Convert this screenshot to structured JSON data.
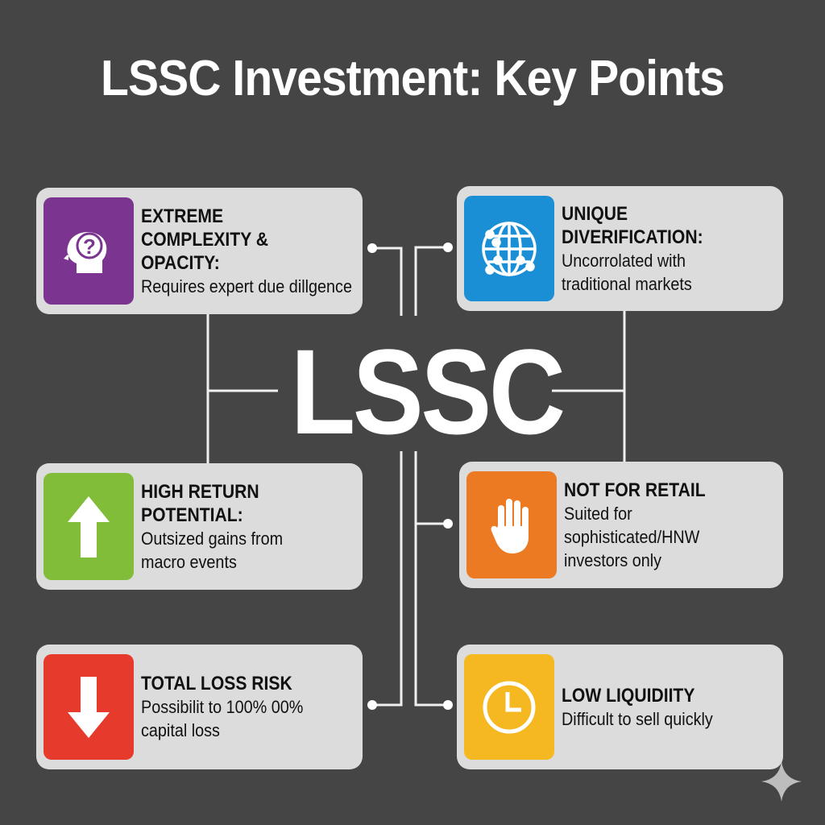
{
  "title": "LSSC Investment: Key Points",
  "center_label": "LSSC",
  "cards": [
    {
      "heading": "EXTREME COMPLEXITY & OPACITY:",
      "desc": "Requires expert due dillgence",
      "icon": "brain-question-icon",
      "color": "#7b3590"
    },
    {
      "heading": "UNIQUE DIVERIFICATION:",
      "desc": "Uncorrolated with traditional markets",
      "icon": "globe-icon",
      "color": "#1a8fd6"
    },
    {
      "heading": "HIGH RETURN POTENTIAL:",
      "desc": "Outsized gains from macro events",
      "icon": "arrow-up-icon",
      "color": "#82bd3a"
    },
    {
      "heading": "NOT FOR RETAIL",
      "desc": "Suited for sophisticated/HNW investors only",
      "icon": "hand-stop-icon",
      "color": "#ec7a22"
    },
    {
      "heading": "TOTAL LOSS RISK",
      "desc": "Possibilit to 100% 00% capital loss",
      "icon": "arrow-down-icon",
      "color": "#e63a2c"
    },
    {
      "heading": "LOW LIQUIDIITY",
      "desc": "Difficult to sell quickly",
      "icon": "clock-icon",
      "color": "#f5b820"
    }
  ]
}
